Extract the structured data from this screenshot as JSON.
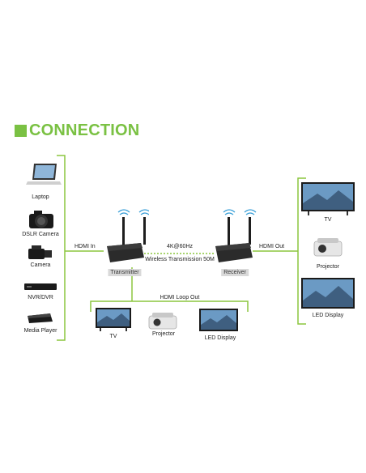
{
  "title": "CONNECTION",
  "sources": [
    {
      "label": "Laptop",
      "icon": "laptop-icon"
    },
    {
      "label": "DSLR Camera",
      "icon": "dslr-camera-icon"
    },
    {
      "label": "Camera",
      "icon": "camcorder-icon"
    },
    {
      "label": "NVR/DVR",
      "icon": "nvr-dvr-icon"
    },
    {
      "label": "Media Player",
      "icon": "media-player-icon"
    }
  ],
  "hdmi_in": "HDMI In",
  "transmitter": "Transmitter",
  "receiver": "Receiver",
  "link_top": "4K@60Hz",
  "link_bottom": "Wireless Transmission 50M",
  "hdmi_out": "HDMI Out",
  "hdmi_loop_out": "HDMI Loop Out",
  "outputs": [
    {
      "label": "TV",
      "icon": "tv-icon"
    },
    {
      "label": "Projector",
      "icon": "projector-icon"
    },
    {
      "label": "LED Display",
      "icon": "led-display-icon"
    }
  ],
  "loop_outputs": [
    {
      "label": "TV",
      "icon": "tv-icon"
    },
    {
      "label": "Projector",
      "icon": "projector-icon"
    },
    {
      "label": "LED Display",
      "icon": "led-display-icon"
    }
  ],
  "colors": {
    "accent": "#7ac143",
    "device": "#2b2b2b",
    "wifi": "#3aa0d8"
  }
}
